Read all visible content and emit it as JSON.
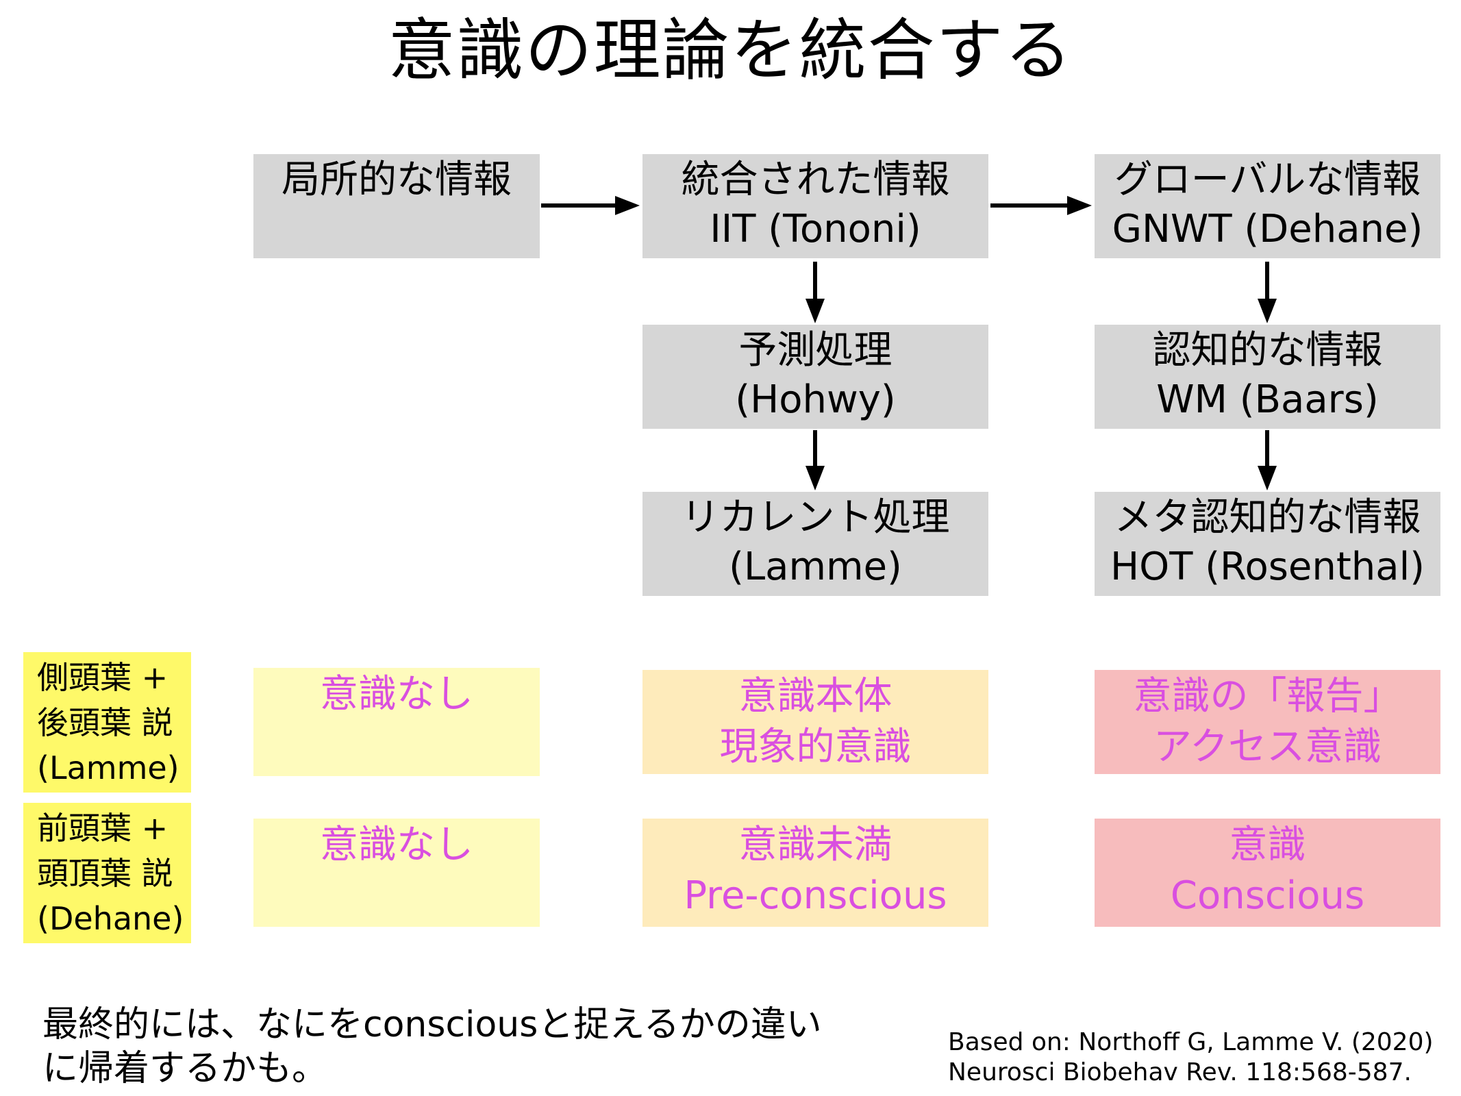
{
  "title": "意識の理論を統合する",
  "boxes": {
    "local": {
      "line1": "局所的な情報"
    },
    "integrated": {
      "line1": "統合された情報",
      "line2": "IIT (Tononi)"
    },
    "global": {
      "line1": "グローバルな情報",
      "line2": "GNWT (Dehane)"
    },
    "predictive": {
      "line1": "予測処理",
      "line2": "(Hohwy)"
    },
    "cognitive": {
      "line1": "認知的な情報",
      "line2": "WM (Baars)"
    },
    "recurrent": {
      "line1": "リカレント処理",
      "line2": "(Lamme)"
    },
    "meta": {
      "line1": "メタ認知的な情報",
      "line2": "HOT (Rosenthal)"
    }
  },
  "rows": [
    {
      "label": [
        "側頭葉 +",
        "後頭葉 説",
        "(Lamme)"
      ],
      "cells": [
        {
          "line1": "意識なし",
          "line2": ""
        },
        {
          "line1": "意識本体",
          "line2": "現象的意識"
        },
        {
          "line1": "意識の「報告」",
          "line2": "アクセス意識"
        }
      ]
    },
    {
      "label": [
        "前頭葉 +",
        "頭頂葉 説",
        "(Dehane)"
      ],
      "cells": [
        {
          "line1": "意識なし",
          "line2": ""
        },
        {
          "line1": "意識未満",
          "line2": "Pre-conscious"
        },
        {
          "line1": "意識",
          "line2": "Conscious"
        }
      ]
    }
  ],
  "footnote": {
    "line1": "最終的には、なにをconsciousと捉えるかの違い",
    "line2": "に帰着するかも。"
  },
  "reference": {
    "line1": "Based on: Northoff G, Lamme V. (2020)",
    "line2": "Neurosci Biobehav Rev. 118:568-587."
  },
  "colors": {
    "box_gray": "#d6d6d6",
    "label_yellow": "#fef969",
    "cell_yellow": "#fefbbd",
    "cell_orange": "#feebbb",
    "cell_pink": "#f7bcbd",
    "cell_text_magenta": "#d94fe0"
  }
}
